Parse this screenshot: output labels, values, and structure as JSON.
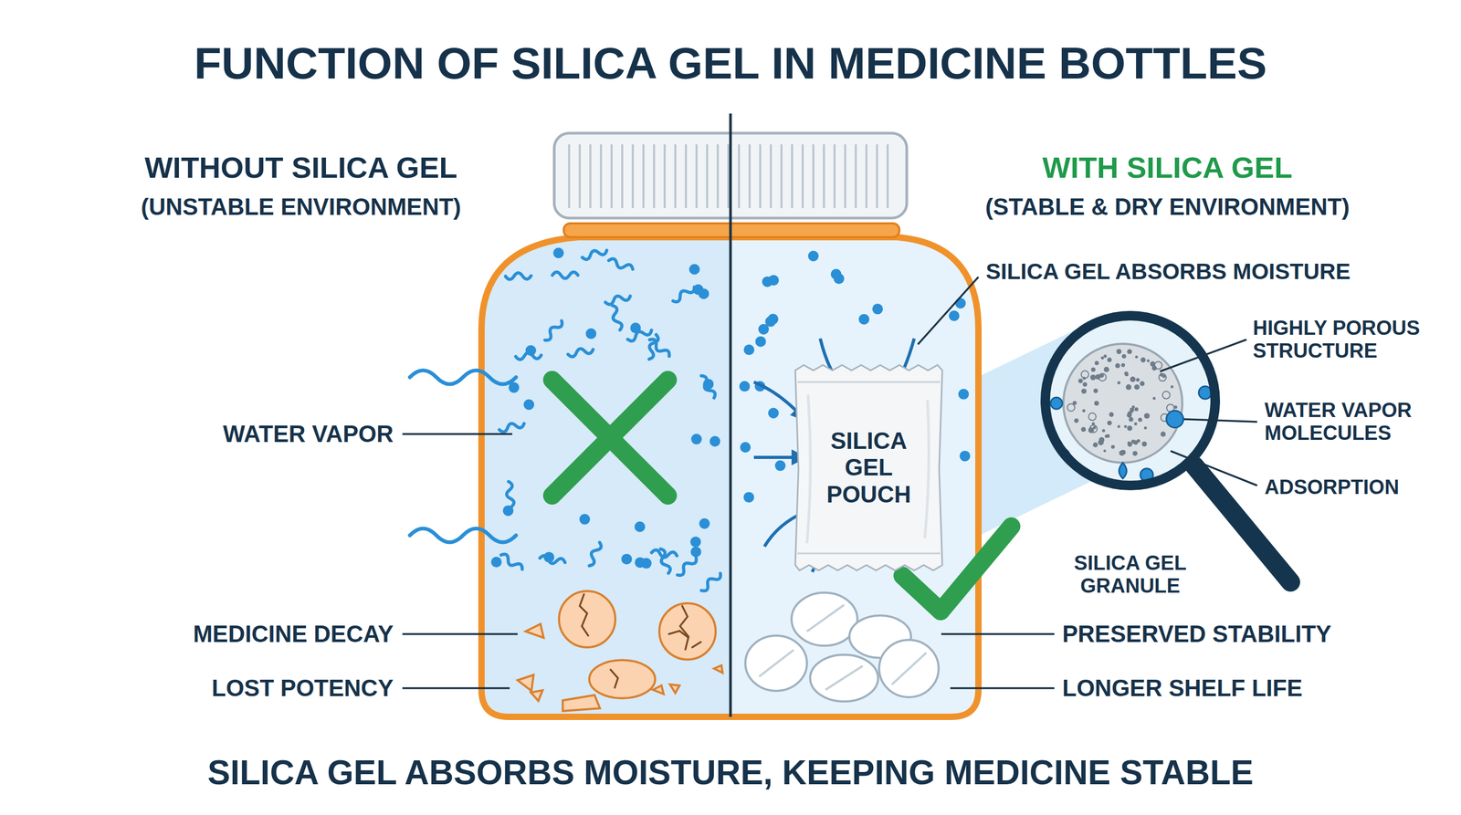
{
  "diagram": {
    "title": "FUNCTION OF SILICA GEL IN MEDICINE BOTTLES",
    "caption": "SILICA GEL ABSORBS MOISTURE, KEEPING MEDICINE STABLE",
    "nodes": [
      {
        "text": [
          "SILICA GEL POUCH"
        ]
      }
    ],
    "labels": [
      "WITHOUT SILICA GEL",
      "(UNSTABLE ENVIRONMENT)",
      "WITH SILICA GEL",
      "(STABLE & DRY ENVIRONMENT)",
      "SILICA GEL ABSORBS MOISTURE",
      "HIGHLY POROUS STRUCTURE",
      "WATER VAPOR",
      "WATER VAPOR MOLECULES",
      "ADSORPTION",
      "SILICA GEL GRANULE",
      "MEDICINE DECAY",
      "PRESERVED STABILITY",
      "LOST POTENCY",
      "LONGER SHELF LIFE"
    ]
  }
}
